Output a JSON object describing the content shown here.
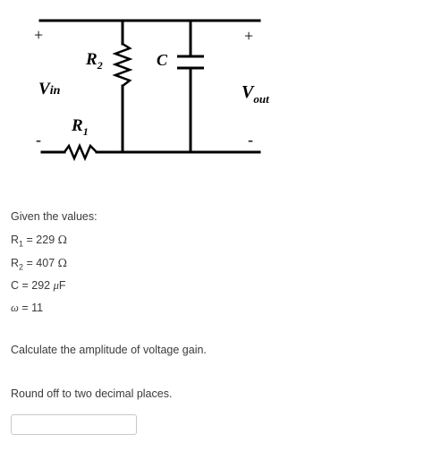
{
  "circuit": {
    "plus_left": "+",
    "plus_right": "+",
    "minus_left": "-",
    "minus_right": "-",
    "vin": {
      "main": "V",
      "sub": "in"
    },
    "vout": {
      "main": "V",
      "sub": "out"
    },
    "r1": {
      "main": "R",
      "sub": "1"
    },
    "r2": {
      "main": "R",
      "sub": "2"
    },
    "c": "C"
  },
  "question": {
    "given": "Given the values:",
    "r1": {
      "pre": "R",
      "sub": "1",
      "eq": " = 229 ",
      "unit": "Ω"
    },
    "r2": {
      "pre": "R",
      "sub": "2",
      "eq": " = 407 ",
      "unit": "Ω"
    },
    "c": {
      "pre": "C = 292 ",
      "mu": "μ",
      "unit": "F"
    },
    "w": {
      "sym": "ω",
      "eq": " = 11"
    },
    "calc": "Calculate the amplitude of voltage gain.",
    "round": "Round off to two decimal places."
  },
  "answer": {
    "value": "",
    "placeholder": ""
  }
}
